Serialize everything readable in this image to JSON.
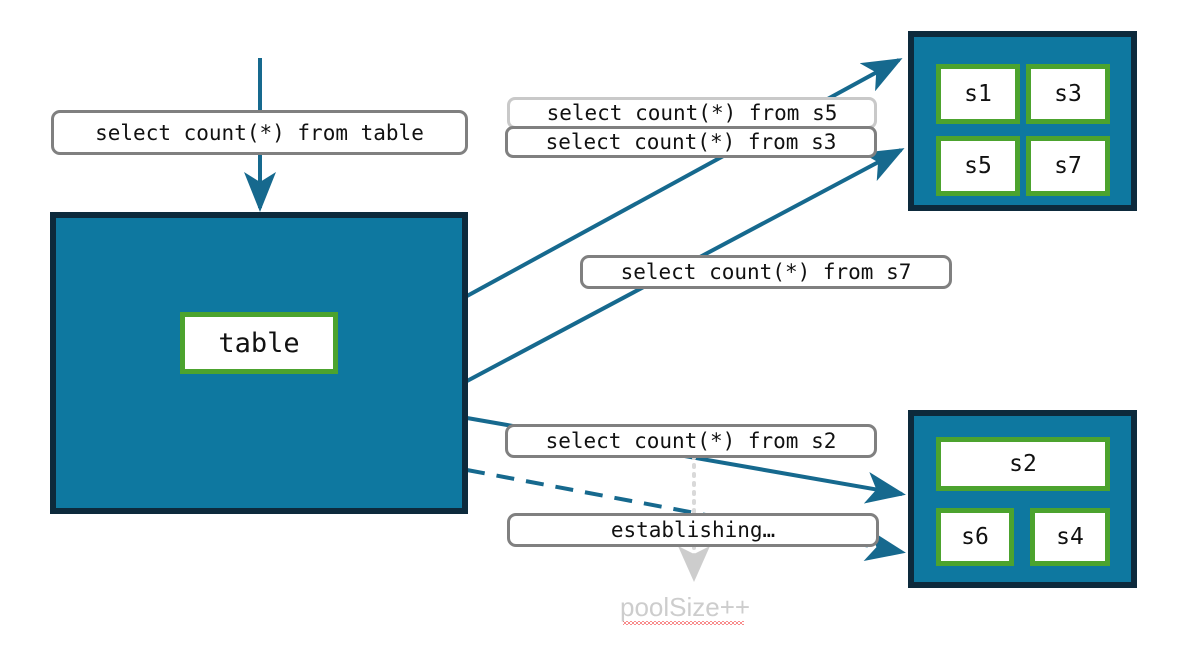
{
  "diagram": {
    "title": "connection pool query routing",
    "colors": {
      "pool_fill": "#0e78a0",
      "pool_border": "#0d2a3c",
      "node_border": "#4ca32e",
      "node_fill": "#ffffff",
      "arrow": "#16698e",
      "label_border": "#808080",
      "label_border_ghost": "#c9c9c9",
      "annotation_text": "#cdcdcd",
      "spellcheck_underline": "#f01a1a"
    }
  },
  "table_pool": {
    "node_label": "table"
  },
  "cluster_top": {
    "nodes": [
      {
        "label": "s1"
      },
      {
        "label": "s3"
      },
      {
        "label": "s5"
      },
      {
        "label": "s7"
      }
    ]
  },
  "cluster_bottom": {
    "nodes": [
      {
        "label": "s2"
      },
      {
        "label": "s6"
      },
      {
        "label": "s4"
      }
    ]
  },
  "labels": {
    "query_table": "select count(*) from table",
    "query_s5": "select count(*) from s5",
    "query_s3": "select count(*) from s3",
    "query_s7": "select count(*) from s7",
    "query_s2": "select count(*) from s2",
    "establishing": "establishing…"
  },
  "annotation": {
    "pool_size": "poolSize++"
  }
}
